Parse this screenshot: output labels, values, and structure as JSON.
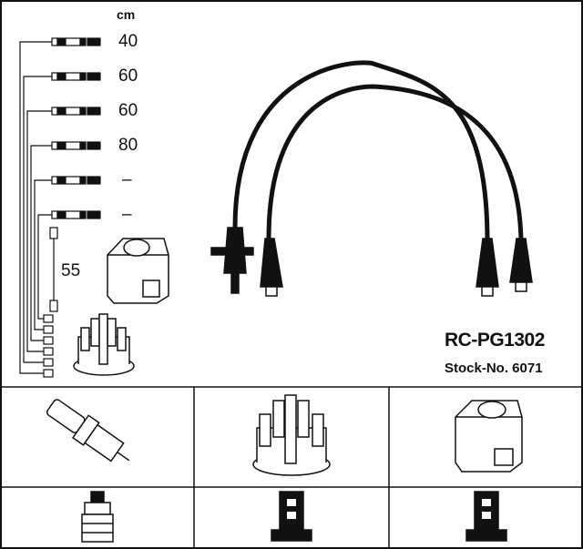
{
  "product": {
    "model": "RC-PG1302",
    "stock": "Stock-No. 6071"
  },
  "lengths": {
    "unit": "cm",
    "items": [
      "40",
      "60",
      "60",
      "80",
      "–",
      "–"
    ],
    "coil_lead": "55"
  },
  "bottom_grid": {
    "cells": [
      "spark-plug",
      "distributor-cap",
      "ignition-coil",
      "plug-connector",
      "cap-connector",
      "coil-connector"
    ]
  }
}
